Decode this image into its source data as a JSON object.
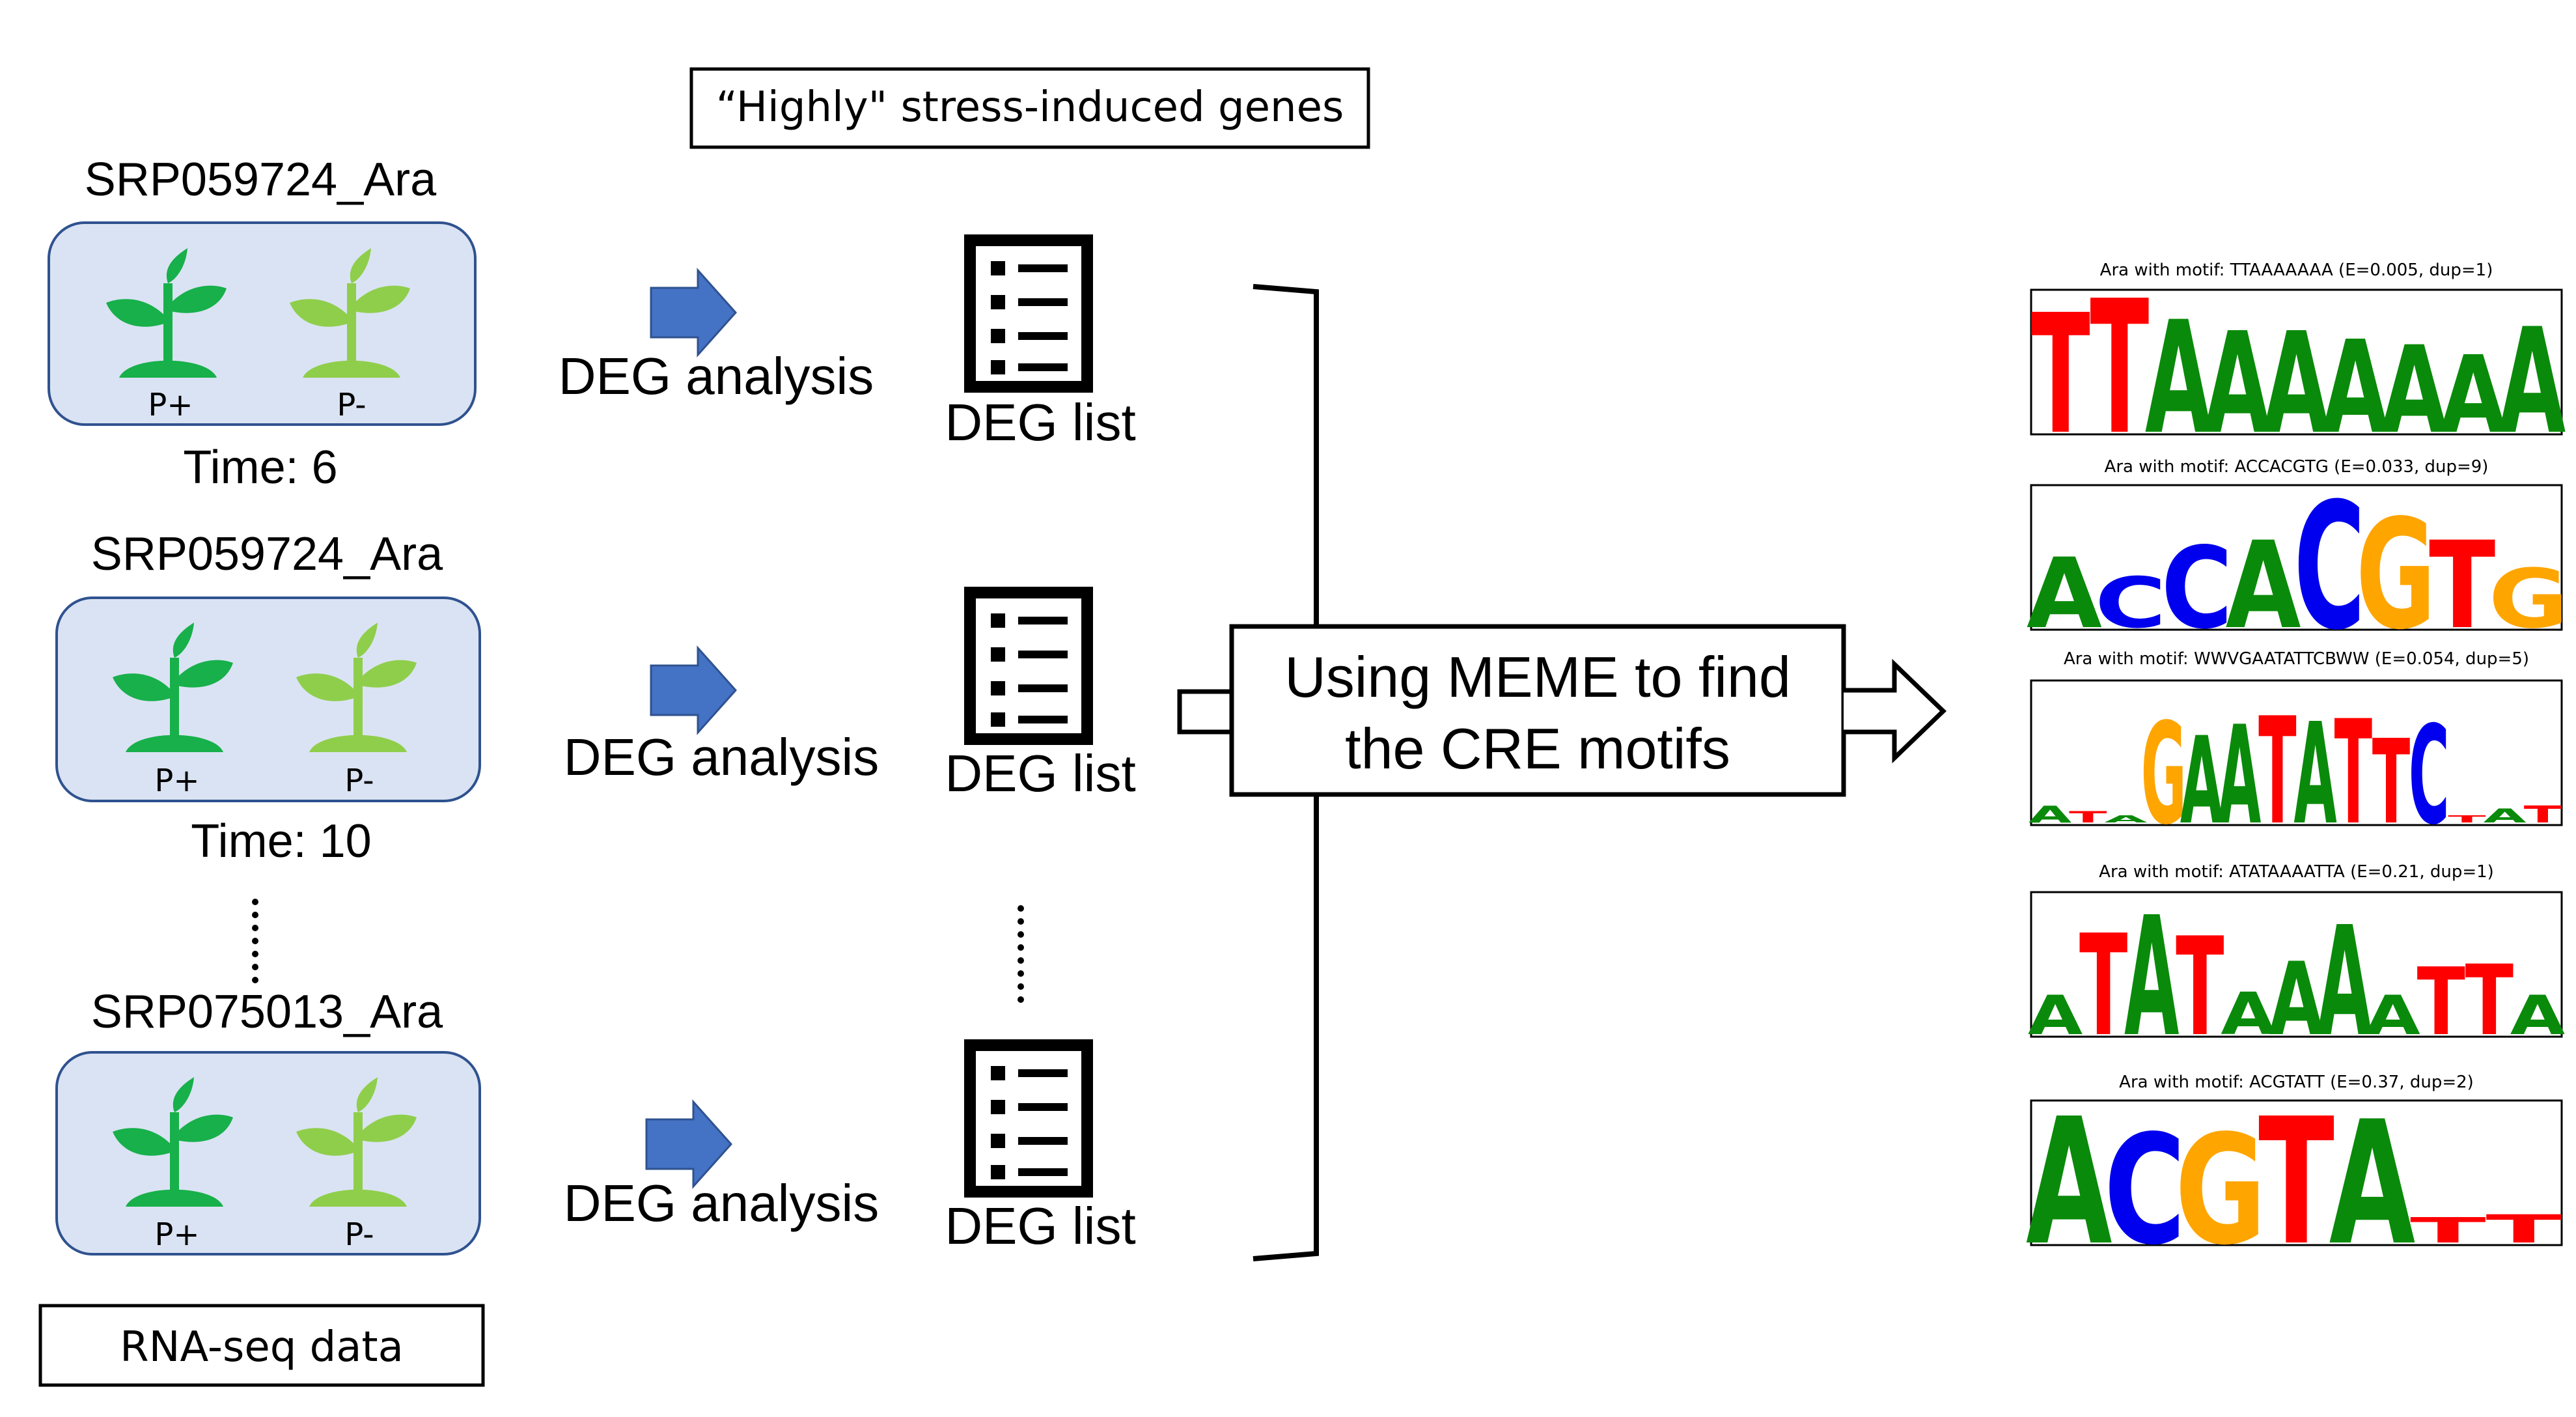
{
  "header": {
    "highly_label": "“Highly\" stress-induced genes"
  },
  "samples": [
    {
      "name": "SRP059724_Ara",
      "time": "Time: 6",
      "pos_label": "P+",
      "neg_label": "P-"
    },
    {
      "name": "SRP059724_Ara",
      "time": "Time: 10",
      "pos_label": "P+",
      "neg_label": "P-"
    },
    {
      "name": "SRP075013_Ara",
      "time": "",
      "pos_label": "P+",
      "neg_label": "P-"
    }
  ],
  "rnaseq_label": "RNA-seq data",
  "deg_analysis_label": "DEG analysis",
  "deg_list_label": "DEG list",
  "meme_box": {
    "line1": "Using MEME to find",
    "line2": "the CRE motifs"
  },
  "motifs": [
    {
      "title": "Ara with motif: TTAAAAAAA (E=0.005, dup=1)",
      "letters": [
        "T",
        "T",
        "A",
        "A",
        "A",
        "A",
        "A",
        "A",
        "A"
      ],
      "heights": [
        0.85,
        0.95,
        0.8,
        0.72,
        0.72,
        0.66,
        0.62,
        0.55,
        0.75
      ]
    },
    {
      "title": "Ara with motif: ACCACGTG (E=0.033, dup=9)",
      "letters": [
        "A",
        "C",
        "C",
        "A",
        "C",
        "G",
        "T",
        "G"
      ],
      "heights": [
        0.5,
        0.36,
        0.58,
        0.62,
        0.9,
        0.78,
        0.62,
        0.42
      ]
    },
    {
      "title": "Ara with motif: WWVGAATATTCBWW (E=0.054, dup=5)",
      "letters": [
        "A",
        "T",
        "A",
        "G",
        "A",
        "A",
        "T",
        "A",
        "T",
        "T",
        "C",
        "T",
        "A",
        "T"
      ],
      "heights": [
        0.12,
        0.08,
        0.05,
        0.72,
        0.62,
        0.7,
        0.76,
        0.72,
        0.74,
        0.6,
        0.7,
        0.05,
        0.1,
        0.12
      ]
    },
    {
      "title": "Ara with motif: ATATAAAATTA (E=0.21, dup=1)",
      "letters": [
        "A",
        "T",
        "A",
        "T",
        "A",
        "A",
        "A",
        "A",
        "T",
        "T",
        "A"
      ],
      "heights": [
        0.28,
        0.72,
        0.85,
        0.7,
        0.3,
        0.52,
        0.78,
        0.28,
        0.48,
        0.5,
        0.28
      ]
    },
    {
      "title": "Ara with motif: ACGTATT (E=0.37, dup=2)",
      "letters": [
        "A",
        "C",
        "G",
        "T",
        "A",
        "T",
        "T"
      ],
      "heights": [
        0.9,
        0.78,
        0.78,
        0.9,
        0.88,
        0.18,
        0.2
      ]
    }
  ],
  "colors": {
    "A": "#0a8a0a",
    "C": "#0000ee",
    "G": "#ffa500",
    "T": "#ff0000",
    "arrow": "#4472c4",
    "panel_fill": "#dae3f3",
    "panel_stroke": "#2f528f",
    "plant_dark": "#17b04a",
    "plant_light": "#8fce4b"
  }
}
